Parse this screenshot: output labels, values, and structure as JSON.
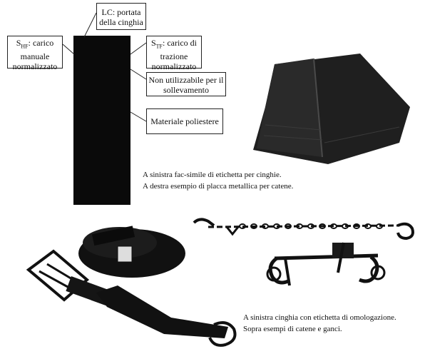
{
  "label_diagram": {
    "lc_box": [
      "LC: portata",
      "della cinghia"
    ],
    "shf_box": {
      "symbol": "S",
      "sub": "HF",
      "lines": [
        ": carico",
        "manuale",
        "normalizzato"
      ]
    },
    "stf_box": {
      "symbol": "S",
      "sub": "TF",
      "lines": [
        ": carico di",
        "trazione",
        "normalizzato"
      ]
    },
    "lifting_box": [
      "Non utilizzabile per il",
      "sollevamento"
    ],
    "material_box": [
      "Materiale poliestere"
    ]
  },
  "captions": {
    "top": [
      "A sinistra fac-simile di etichetta per cinghie.",
      "A destra esempio di placca metallica per catene."
    ],
    "bottom": [
      "A sinistra cinghia con etichetta di omologazione.",
      "Sopra esempi di catene e ganci."
    ]
  },
  "colors": {
    "ink": "#111111",
    "strip": "#0a0a0a",
    "plate": "#1c1c1c"
  }
}
